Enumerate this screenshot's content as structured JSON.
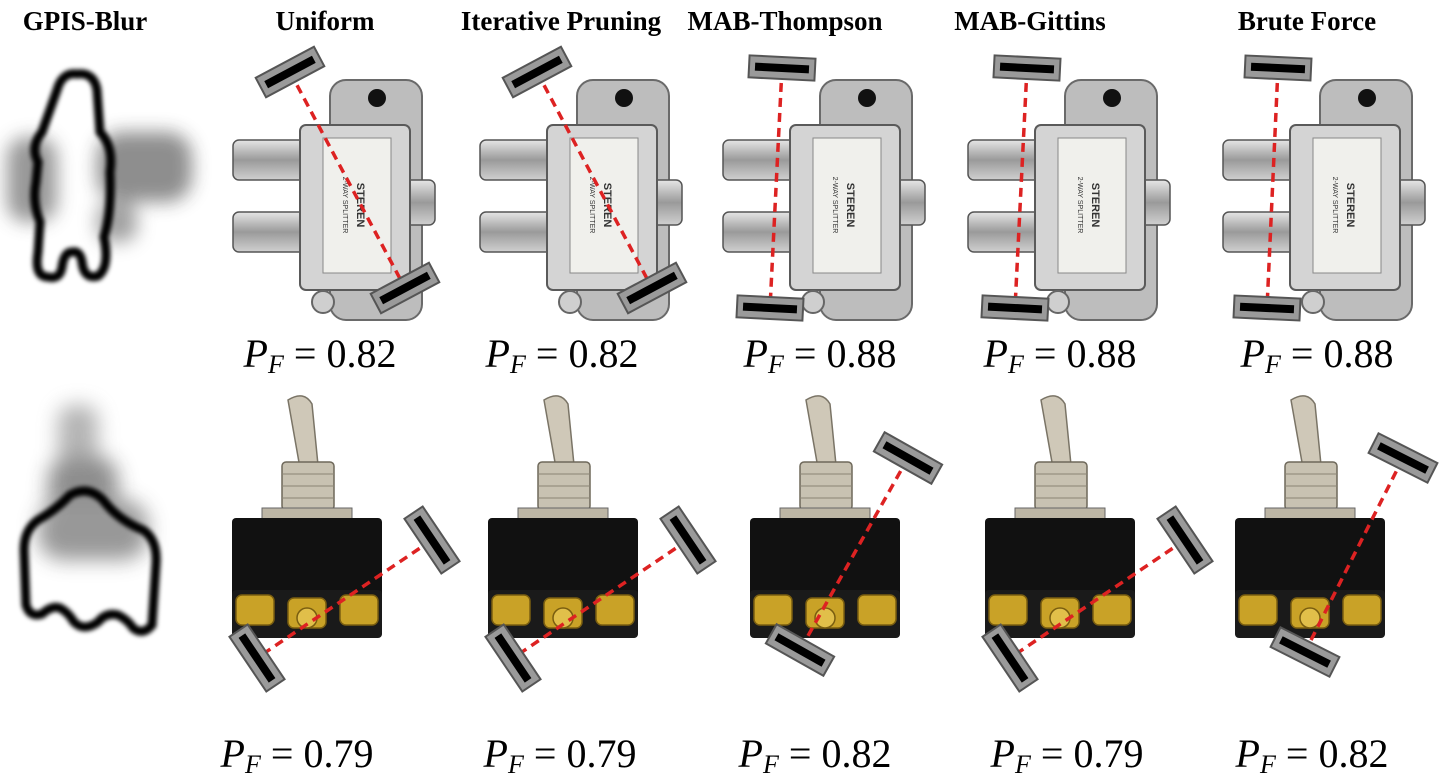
{
  "figure": {
    "row_header": "GPIS-Blur",
    "columns": [
      {
        "title": "Uniform"
      },
      {
        "title": "Iterative Pruning"
      },
      {
        "title": "MAB-Thompson"
      },
      {
        "title": "MAB-Gittins"
      },
      {
        "title": "Brute Force"
      }
    ],
    "pf_symbol": "P",
    "pf_subscript": "F",
    "pf_equals": " = ",
    "rows": [
      {
        "object": "splitter",
        "pf_values": [
          "0.82",
          "0.82",
          "0.88",
          "0.88",
          "0.88"
        ],
        "splitter_text": "STEREN",
        "splitter_model": "2-WAY SPLITTER"
      },
      {
        "object": "toggle-switch",
        "pf_values": [
          "0.79",
          "0.79",
          "0.82",
          "0.79",
          "0.82"
        ]
      }
    ],
    "colors": {
      "grasp_line": "#dd2222",
      "jaw_outer": "#9a9a9a",
      "jaw_inner": "#000000",
      "metal": "#b8b8b8",
      "switch_body": "#111111",
      "brass": "#c9a227"
    }
  }
}
